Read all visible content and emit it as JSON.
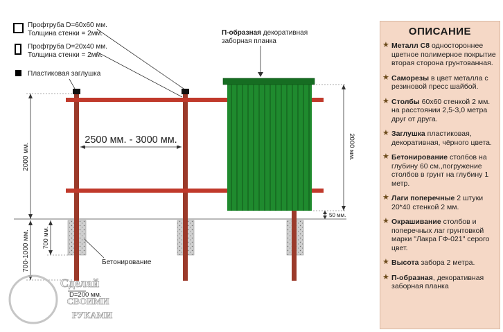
{
  "legend": {
    "pipe_large_line1": "Профтруба D=60х60 мм.",
    "pipe_large_line2": "Толщина стенки = 2мм.",
    "pipe_small_line1": "Профтруба D=20х40 мм.",
    "pipe_small_line2": "Толщина стенки = 2мм.",
    "cap": "Пластиковая заглушка"
  },
  "top_label": {
    "bold": "П-образная",
    "rest": " декоративная",
    "line2": "заборная планка"
  },
  "dimensions": {
    "span": "2500 мм. - 3000 мм.",
    "height_left": "2000 мм.",
    "height_right": "2000 мм.",
    "depth": "700-1000 мм.",
    "depth_inner": "700 мм.",
    "gap": "50 мм.",
    "diameter": "D=200 мм."
  },
  "concrete_label": "Бетонирование",
  "watermark": {
    "line1": "Сделай",
    "line2": "своими",
    "line3": "руками"
  },
  "description": {
    "title": "ОПИСАНИЕ",
    "items": [
      {
        "bold": "Металл С8",
        "text": " одностороннее цветное полимерное покрытие вторая сторона грунтованная."
      },
      {
        "bold": "Саморезы",
        "text": " в цвет металла с резиновой пресс шайбой."
      },
      {
        "bold": "Столбы",
        "text": " 60х60 стенкой 2 мм. на расстоянии 2,5-3,0 метра друг от друга."
      },
      {
        "bold": "Заглушка",
        "text": " пластиковая, декоративная, чёрного цвета."
      },
      {
        "bold": "Бетонирование",
        "text": " столбов на глубину 60 см.,погружение столбов в грунт на глубину 1 метр."
      },
      {
        "bold": "Лаги поперечные",
        "text": " 2 штуки  20*40 стенкой 2 мм."
      },
      {
        "bold": "Окрашивание",
        "text": " столбов и поперечных лаг грунтовкой марки \"Лакра ГФ-021\" серого цвет."
      },
      {
        "bold": "Высота",
        "text": " забора 2 метра."
      },
      {
        "bold": "П-образная",
        "text": ", декоративная заборная планка"
      }
    ]
  },
  "colors": {
    "post": "#9b3a2a",
    "rail": "#c0392b",
    "sheet": "#1f8a2e",
    "sheet_dark": "#166d22",
    "concrete": "#c8c8c8",
    "panel_bg": "#f5d8c6"
  }
}
